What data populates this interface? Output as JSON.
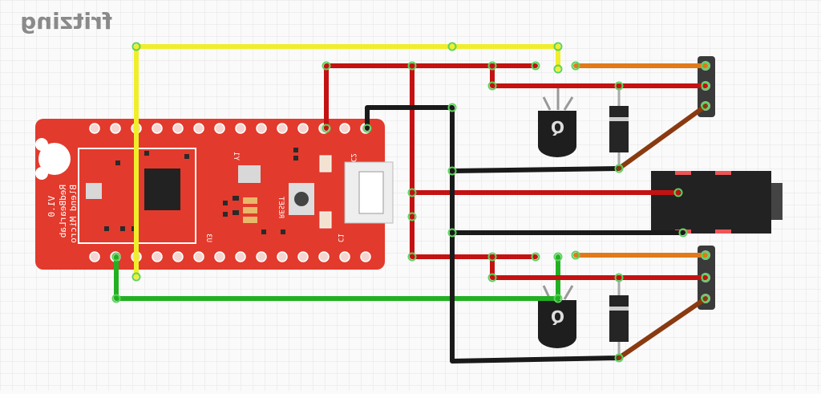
{
  "watermark": "fritzing",
  "board": {
    "name_line1": "RedBearLab",
    "name_line2": "Blend Micro",
    "version": "V1.0",
    "reset_label": "RESET",
    "y1_label": "Y1",
    "u3_label": "U3",
    "c1_label": "C1",
    "c2_label": "C2",
    "color": "#e23a2c"
  },
  "transistor_label": "Q",
  "wire_colors": {
    "yellow": "#f0ee2a",
    "red": "#c41212",
    "black": "#1a1a1a",
    "green": "#22b022",
    "orange": "#e07a1a",
    "brown": "#8a3a10"
  }
}
